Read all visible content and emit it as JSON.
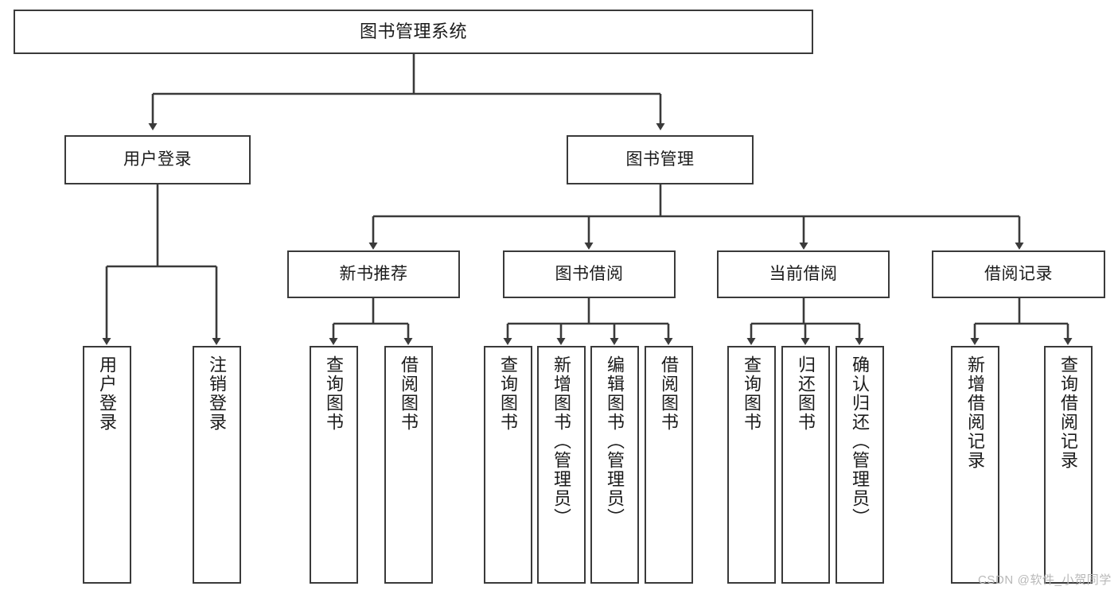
{
  "diagram": {
    "title": "图书管理系统",
    "type": "tree",
    "root": {
      "label": "图书管理系统"
    },
    "level1": [
      {
        "label": "用户登录"
      },
      {
        "label": "图书管理"
      }
    ],
    "level2": [
      {
        "label": "新书推荐"
      },
      {
        "label": "图书借阅"
      },
      {
        "label": "当前借阅"
      },
      {
        "label": "借阅记录"
      }
    ],
    "leaves": {
      "user_login": [
        {
          "label": "用户登录"
        },
        {
          "label": "注销登录"
        }
      ],
      "new_book_recommend": [
        {
          "label": "查询图书"
        },
        {
          "label": "借阅图书"
        }
      ],
      "book_borrow": [
        {
          "label": "查询图书"
        },
        {
          "label": "新增图书（管理员）"
        },
        {
          "label": "编辑图书（管理员）"
        },
        {
          "label": "借阅图书"
        }
      ],
      "current_borrow": [
        {
          "label": "查询图书"
        },
        {
          "label": "归还图书"
        },
        {
          "label": "确认归还（管理员）"
        }
      ],
      "borrow_record": [
        {
          "label": "新增借阅记录"
        },
        {
          "label": "查询借阅记录"
        }
      ]
    }
  },
  "watermark": {
    "text": "CSDN @软件_小贺同学"
  },
  "colors": {
    "stroke": "#3a3a3a",
    "text": "#1b1b1b",
    "background": "#ffffff",
    "watermark": "#b8b8b8"
  }
}
